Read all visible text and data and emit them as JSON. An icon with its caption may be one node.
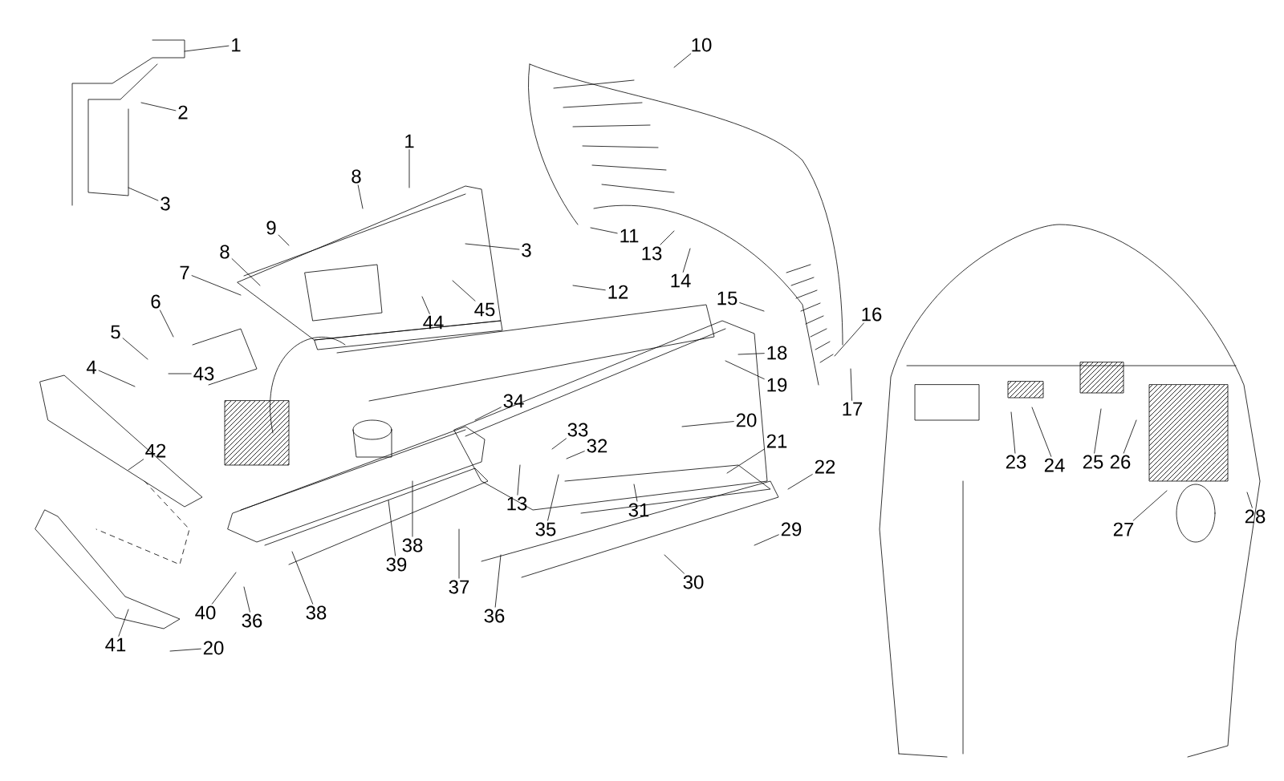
{
  "diagram": {
    "nodes": [
      {
        "text": [
          "1"
        ]
      },
      {
        "text": [
          "2"
        ]
      },
      {
        "text": [
          "3"
        ]
      },
      {
        "text": [
          "10"
        ]
      },
      {
        "text": [
          "1"
        ]
      },
      {
        "text": [
          "8"
        ]
      },
      {
        "text": [
          "9"
        ]
      },
      {
        "text": [
          "3"
        ]
      },
      {
        "text": [
          "8"
        ]
      },
      {
        "text": [
          "7"
        ]
      },
      {
        "text": [
          "11"
        ]
      },
      {
        "text": [
          "13"
        ]
      },
      {
        "text": [
          "14"
        ]
      },
      {
        "text": [
          "12"
        ]
      },
      {
        "text": [
          "45"
        ]
      },
      {
        "text": [
          "44"
        ]
      },
      {
        "text": [
          "15"
        ]
      },
      {
        "text": [
          "6"
        ]
      },
      {
        "text": [
          "5"
        ]
      },
      {
        "text": [
          "16"
        ]
      },
      {
        "text": [
          "18"
        ]
      },
      {
        "text": [
          "4"
        ]
      },
      {
        "text": [
          "43"
        ]
      },
      {
        "text": [
          "19"
        ]
      },
      {
        "text": [
          "34"
        ]
      },
      {
        "text": [
          "17"
        ]
      },
      {
        "text": [
          "20"
        ]
      },
      {
        "text": [
          "33"
        ]
      },
      {
        "text": [
          "21"
        ]
      },
      {
        "text": [
          "32"
        ]
      },
      {
        "text": [
          "42"
        ]
      },
      {
        "text": [
          "22"
        ]
      },
      {
        "text": [
          "23"
        ]
      },
      {
        "text": [
          "24"
        ]
      },
      {
        "text": [
          "25"
        ]
      },
      {
        "text": [
          "26"
        ]
      },
      {
        "text": [
          "13"
        ]
      },
      {
        "text": [
          "31"
        ]
      },
      {
        "text": [
          "28"
        ]
      },
      {
        "text": [
          "29"
        ]
      },
      {
        "text": [
          "35"
        ]
      },
      {
        "text": [
          "27"
        ]
      },
      {
        "text": [
          "38"
        ]
      },
      {
        "text": [
          "39"
        ]
      },
      {
        "text": [
          "37"
        ]
      },
      {
        "text": [
          "30"
        ]
      },
      {
        "text": [
          "40"
        ]
      },
      {
        "text": [
          "38"
        ]
      },
      {
        "text": [
          "36"
        ]
      },
      {
        "text": [
          "36"
        ]
      },
      {
        "text": [
          "41"
        ]
      },
      {
        "text": [
          "20"
        ]
      }
    ],
    "edges": [
      {
        "from": 0,
        "to": null,
        "arrow": "none"
      },
      {
        "from": 1,
        "to": null,
        "arrow": "none"
      },
      {
        "from": 2,
        "to": null,
        "arrow": "none"
      },
      {
        "from": 3,
        "to": null,
        "arrow": "none"
      },
      {
        "from": 4,
        "to": null,
        "arrow": "none"
      },
      {
        "from": 5,
        "to": null,
        "arrow": "none"
      },
      {
        "from": 6,
        "to": null,
        "arrow": "none"
      },
      {
        "from": 7,
        "to": null,
        "arrow": "none"
      },
      {
        "from": 8,
        "to": null,
        "arrow": "none"
      },
      {
        "from": 9,
        "to": null,
        "arrow": "none"
      },
      {
        "from": 10,
        "to": null,
        "arrow": "none"
      },
      {
        "from": 11,
        "to": null,
        "arrow": "none"
      },
      {
        "from": 12,
        "to": null,
        "arrow": "none"
      },
      {
        "from": 13,
        "to": null,
        "arrow": "none"
      },
      {
        "from": 14,
        "to": null,
        "arrow": "none"
      },
      {
        "from": 15,
        "to": null,
        "arrow": "none"
      },
      {
        "from": 16,
        "to": null,
        "arrow": "none"
      },
      {
        "from": 17,
        "to": null,
        "arrow": "none"
      },
      {
        "from": 18,
        "to": null,
        "arrow": "none"
      },
      {
        "from": 19,
        "to": null,
        "arrow": "none"
      },
      {
        "from": 20,
        "to": null,
        "arrow": "none"
      },
      {
        "from": 21,
        "to": null,
        "arrow": "none"
      },
      {
        "from": 22,
        "to": null,
        "arrow": "none"
      },
      {
        "from": 23,
        "to": null,
        "arrow": "none"
      },
      {
        "from": 24,
        "to": null,
        "arrow": "none"
      },
      {
        "from": 25,
        "to": null,
        "arrow": "none"
      },
      {
        "from": 26,
        "to": null,
        "arrow": "none"
      },
      {
        "from": 27,
        "to": null,
        "arrow": "none"
      },
      {
        "from": 28,
        "to": null,
        "arrow": "none"
      },
      {
        "from": 29,
        "to": null,
        "arrow": "none"
      },
      {
        "from": 30,
        "to": null,
        "arrow": "none"
      },
      {
        "from": 31,
        "to": null,
        "arrow": "none"
      },
      {
        "from": 32,
        "to": null,
        "arrow": "none"
      },
      {
        "from": 33,
        "to": null,
        "arrow": "none"
      },
      {
        "from": 34,
        "to": null,
        "arrow": "none"
      },
      {
        "from": 35,
        "to": null,
        "arrow": "none"
      },
      {
        "from": 36,
        "to": null,
        "arrow": "none"
      },
      {
        "from": 37,
        "to": null,
        "arrow": "none"
      },
      {
        "from": 38,
        "to": null,
        "arrow": "none"
      },
      {
        "from": 39,
        "to": null,
        "arrow": "none"
      },
      {
        "from": 40,
        "to": null,
        "arrow": "none"
      },
      {
        "from": 41,
        "to": null,
        "arrow": "none"
      },
      {
        "from": 42,
        "to": null,
        "arrow": "none"
      },
      {
        "from": 43,
        "to": null,
        "arrow": "none"
      },
      {
        "from": 44,
        "to": null,
        "arrow": "none"
      },
      {
        "from": 45,
        "to": null,
        "arrow": "none"
      },
      {
        "from": 46,
        "to": null,
        "arrow": "none"
      },
      {
        "from": 47,
        "to": null,
        "arrow": "none"
      },
      {
        "from": 48,
        "to": null,
        "arrow": "none"
      },
      {
        "from": 49,
        "to": null,
        "arrow": "none"
      },
      {
        "from": 50,
        "to": null,
        "arrow": "none"
      },
      {
        "from": 51,
        "to": null,
        "arrow": "none"
      }
    ]
  }
}
